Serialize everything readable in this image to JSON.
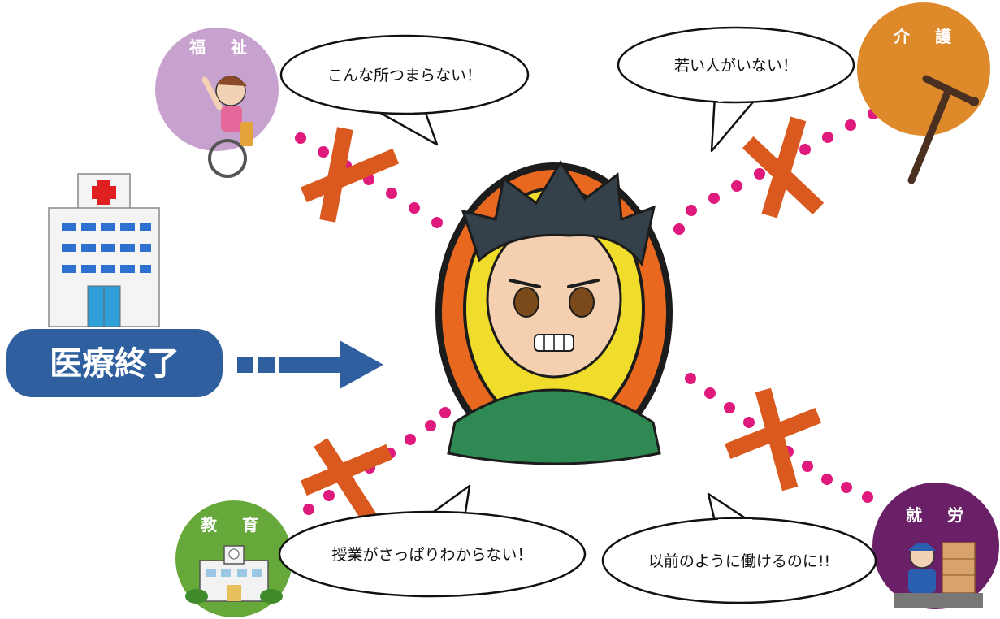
{
  "categories": {
    "welfare": {
      "label": "福 祉",
      "color": "#c8a2cf"
    },
    "care": {
      "label": "介 護",
      "color": "#df8a2a"
    },
    "education": {
      "label": "教 育",
      "color": "#66a83a"
    },
    "employment": {
      "label": "就 労",
      "color": "#6a2066"
    }
  },
  "bubbles": {
    "welfare": "こんな所つまらない！",
    "care": "若い人がいない！",
    "education": "授業がさっぱりわからない！",
    "employment": "以前のように働けるのに!!"
  },
  "status": {
    "label": "医療終了",
    "color": "#2f5f9e"
  },
  "colors": {
    "dots": "#e0197d",
    "cross": "#d9591f",
    "arrow": "#2f5f9e"
  },
  "icons": [
    "hospital-icon",
    "wheelchair-person-icon",
    "cane-icon",
    "school-building-icon",
    "factory-worker-icon",
    "worried-boy-portrait"
  ]
}
